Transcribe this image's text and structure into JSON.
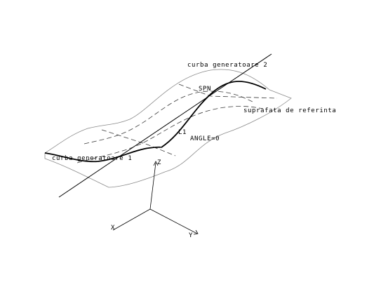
{
  "labels": {
    "curve2": "curba generatoare 2",
    "spn": "SPN",
    "surface": "suprafata de referinta",
    "l1": "L1",
    "angle": "ANGLE=0",
    "curve1": "curba generatoare 1"
  },
  "axes": {
    "x": "X",
    "y": "Y",
    "z": "Z"
  }
}
